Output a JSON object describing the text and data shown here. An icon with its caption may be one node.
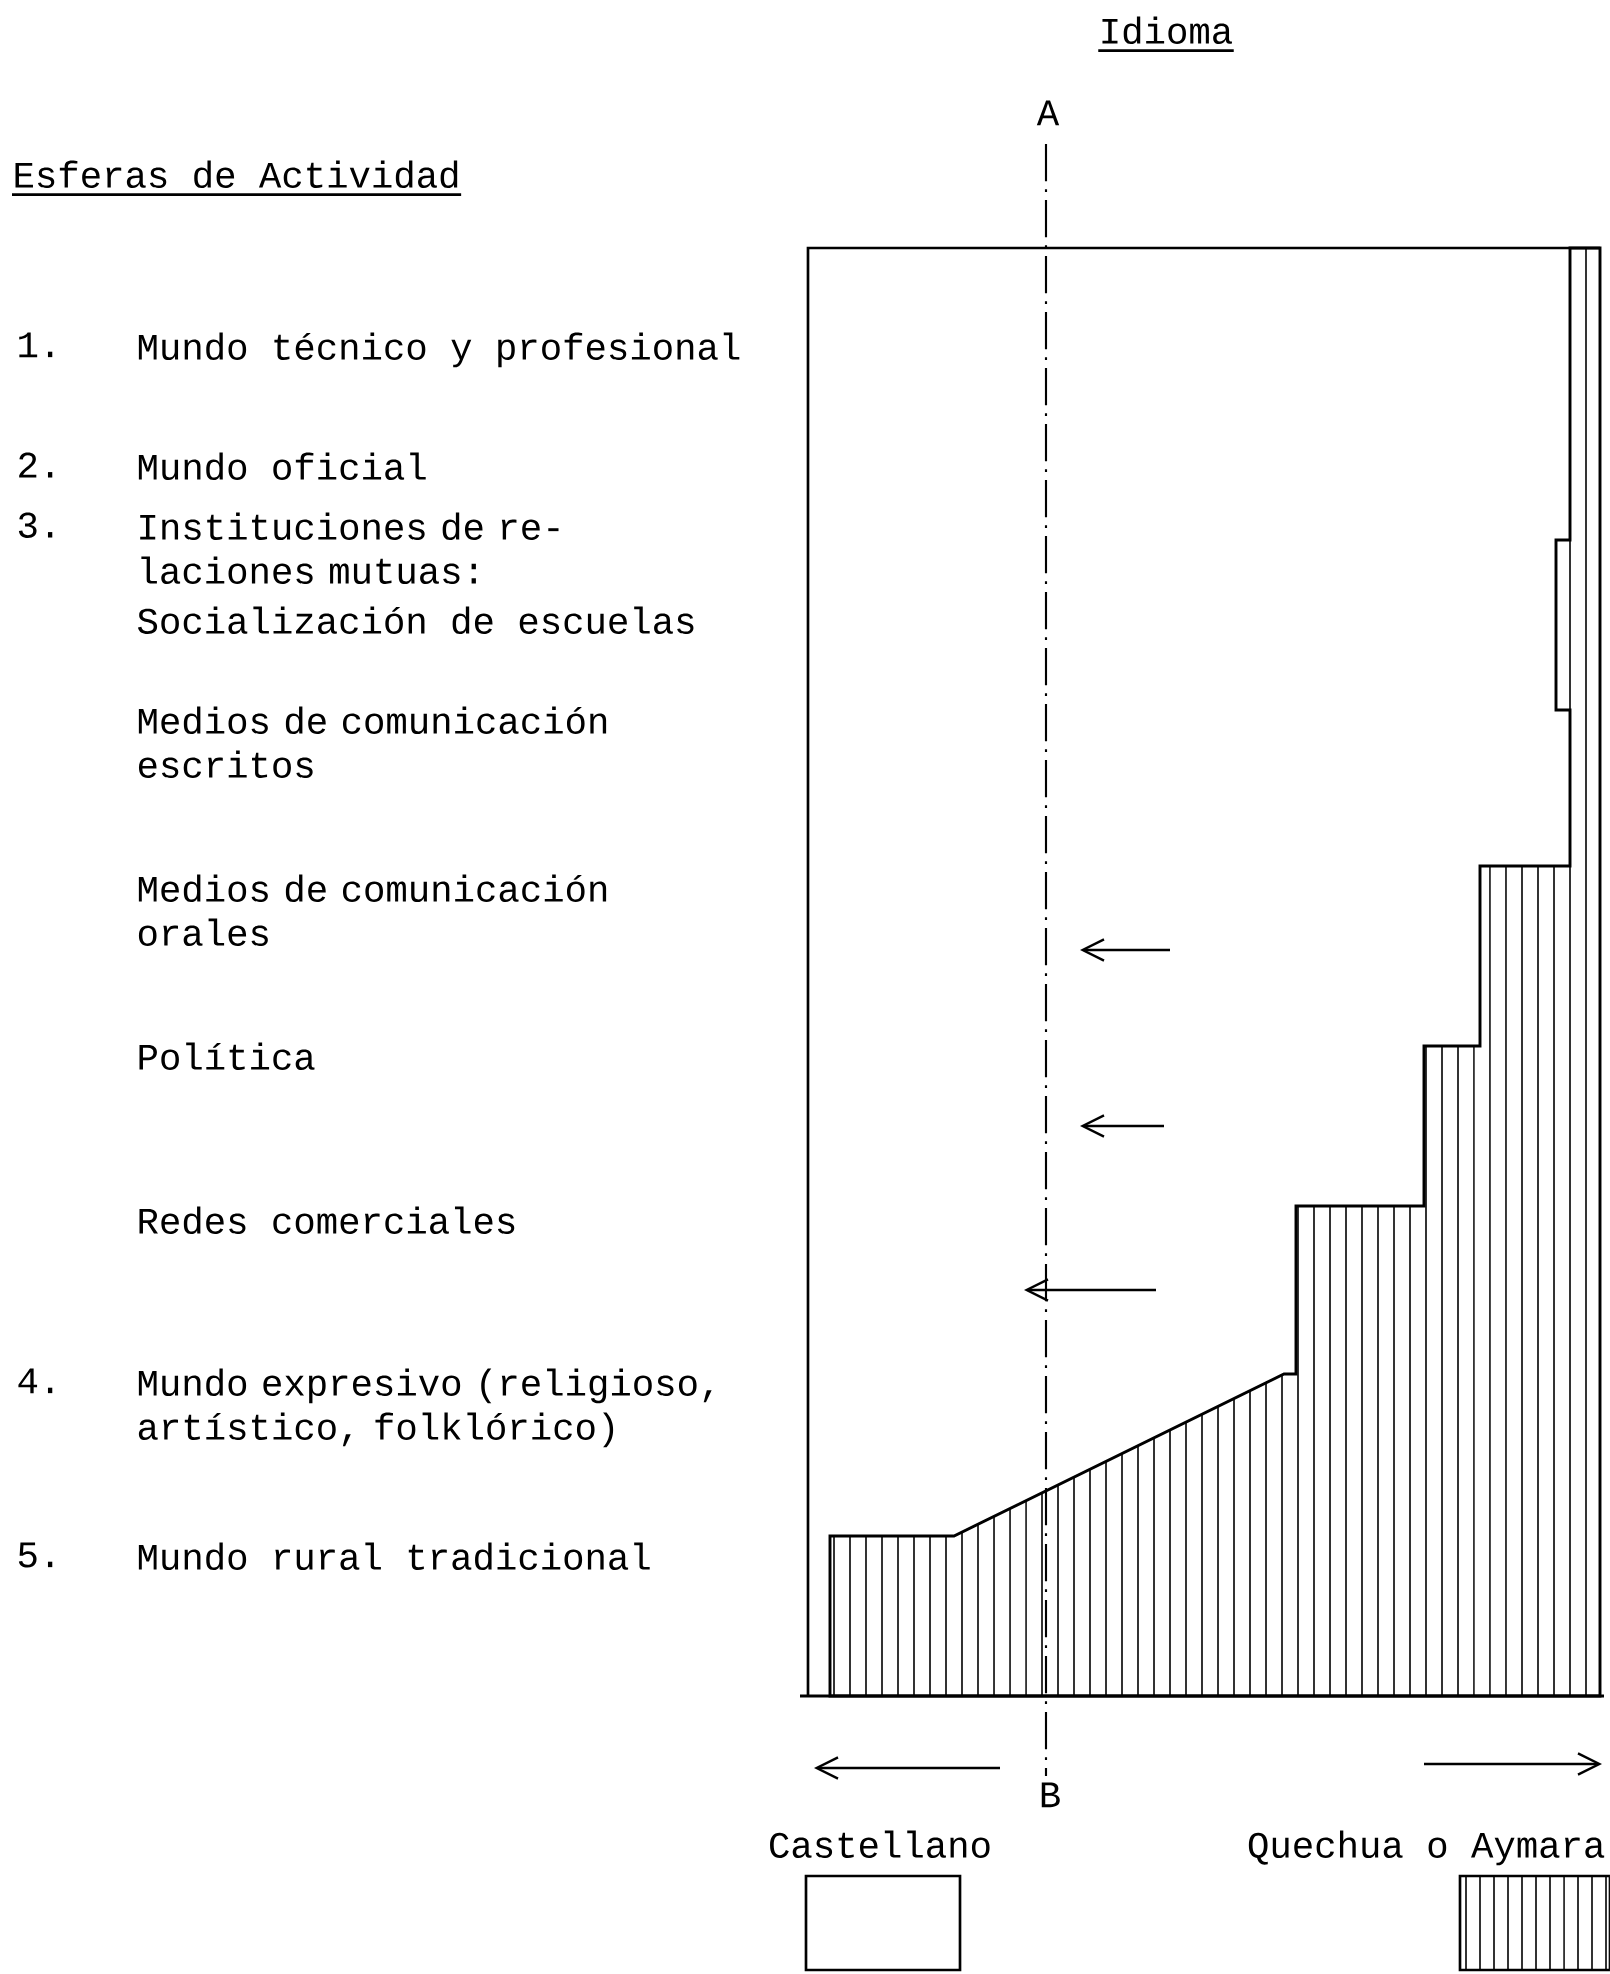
{
  "diagram": {
    "labels": [
      "Idioma",
      "A",
      "Esferas de Actividad",
      "1.",
      "Mundo técnico y profesional",
      "2.",
      "Mundo oficial",
      "3.",
      "Instituciones de re- laciones mutuas:",
      "Socialización de escuelas",
      "Medios de comunicación escritos",
      "Medios de comunicación orales",
      "Política",
      "Redes comerciales",
      "4.",
      "Mundo expresivo (religioso, artístico, folklórico)",
      "5.",
      "Mundo rural tradicional",
      "B"
    ],
    "legend": [
      {
        "text": "Castellano"
      },
      {
        "text": "Quechua o Aymara"
      }
    ]
  }
}
